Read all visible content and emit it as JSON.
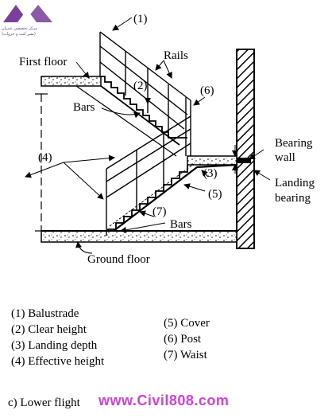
{
  "diagram": {
    "labels": {
      "n1": "(1)",
      "rails": "Rails",
      "first_floor": "First floor",
      "n2": "(2)",
      "n6": "(6)",
      "bars_top": "Bars",
      "n4": "(4)",
      "bearing": "Bearing",
      "wall": "wall",
      "n3": "(3)",
      "landing": "Landing",
      "bearing2": "bearing",
      "n5": "(5)",
      "n7": "(7)",
      "bars_bottom": "Bars",
      "ground_floor": "Ground floor"
    }
  },
  "legend": {
    "left": [
      "(1) Balustrade",
      "(2) Clear height",
      "(3) Landing depth",
      "(4) Effective height"
    ],
    "right": [
      "(5) Cover",
      "(6) Post",
      "(7) Waist"
    ]
  },
  "caption": "c) Lower flight",
  "watermark": "www.Civil808.com",
  "logo": {
    "line1": "ﻣﺮﻛﺰ ﺗﺨﺼﺼﻲ ﻋﻤﺮان",
    "line2": "(ﻧﺸﺮ ﻛﺘﺐ و ﺟﺰوات)",
    "colors": [
      "#7b3f99",
      "#8a5aa8"
    ]
  }
}
